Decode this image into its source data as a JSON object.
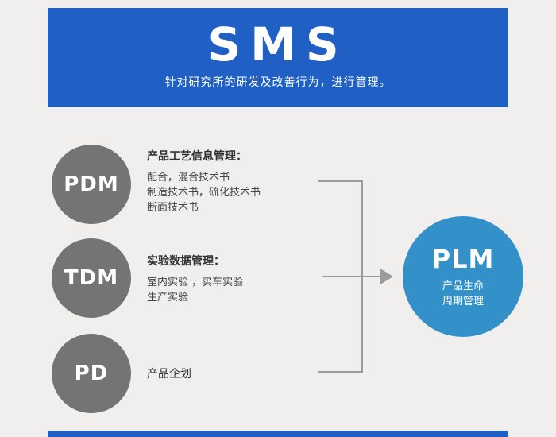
{
  "banner": {
    "title": "SMS",
    "subtitle": "针对研究所的研发及改善行为，进行管理。"
  },
  "colors": {
    "banner_blue": "#2060c4",
    "module_gray": "#757474",
    "plm_blue": "#3390c8",
    "connector_gray": "#9b9b9b",
    "background": "#f0efee"
  },
  "modules": [
    {
      "abbr": "PDM",
      "heading": "产品工艺信息管理：",
      "lines": [
        "配合，混合技术书",
        "制造技术书，硫化技术书",
        "断面技术书"
      ]
    },
    {
      "abbr": "TDM",
      "heading": "实验数据管理：",
      "lines": [
        "室内实验 ，实车实验",
        "生产实验"
      ]
    },
    {
      "abbr": "PD",
      "heading": "产品企划",
      "lines": []
    }
  ],
  "plm": {
    "abbr": "PLM",
    "desc_line1": "产品生命",
    "desc_line2": "周期管理"
  }
}
